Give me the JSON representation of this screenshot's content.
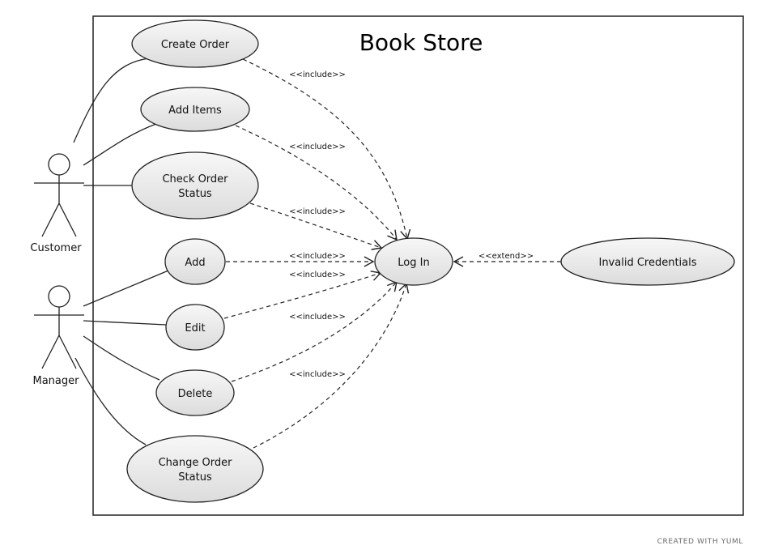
{
  "colors": {
    "stroke": "#222222",
    "ellipse_fill_light": "#f7f7f7",
    "ellipse_fill_dark": "#dcdcdc",
    "credit": "#6b6b6b"
  },
  "system": {
    "title": "Book Store"
  },
  "actors": [
    {
      "id": "customer",
      "label": "Customer"
    },
    {
      "id": "manager",
      "label": "Manager"
    }
  ],
  "use_cases": [
    {
      "id": "create-order",
      "lines": [
        "Create Order"
      ]
    },
    {
      "id": "add-items",
      "lines": [
        "Add Items"
      ]
    },
    {
      "id": "check-order-status",
      "lines": [
        "Check Order",
        "Status"
      ]
    },
    {
      "id": "add",
      "lines": [
        "Add"
      ]
    },
    {
      "id": "edit",
      "lines": [
        "Edit"
      ]
    },
    {
      "id": "delete",
      "lines": [
        "Delete"
      ]
    },
    {
      "id": "change-order-status",
      "lines": [
        "Change Order",
        "Status"
      ]
    },
    {
      "id": "log-in",
      "lines": [
        "Log In"
      ]
    },
    {
      "id": "invalid-credentials",
      "lines": [
        "Invalid Credentials"
      ]
    }
  ],
  "associations": [
    {
      "actor": "customer",
      "use_case": "create-order"
    },
    {
      "actor": "customer",
      "use_case": "add-items"
    },
    {
      "actor": "customer",
      "use_case": "check-order-status"
    },
    {
      "actor": "manager",
      "use_case": "add"
    },
    {
      "actor": "manager",
      "use_case": "edit"
    },
    {
      "actor": "manager",
      "use_case": "delete"
    },
    {
      "actor": "manager",
      "use_case": "change-order-status"
    }
  ],
  "relations": [
    {
      "from": "create-order",
      "to": "log-in",
      "stereotype": "<<include>>"
    },
    {
      "from": "add-items",
      "to": "log-in",
      "stereotype": "<<include>>"
    },
    {
      "from": "check-order-status",
      "to": "log-in",
      "stereotype": "<<include>>"
    },
    {
      "from": "add",
      "to": "log-in",
      "stereotype": "<<include>>"
    },
    {
      "from": "edit",
      "to": "log-in",
      "stereotype": "<<include>>"
    },
    {
      "from": "delete",
      "to": "log-in",
      "stereotype": "<<include>>"
    },
    {
      "from": "change-order-status",
      "to": "log-in",
      "stereotype": "<<include>>"
    },
    {
      "from": "invalid-credentials",
      "to": "log-in",
      "stereotype": "<<extend>>"
    }
  ],
  "credit": "CREATED WITH YUML"
}
